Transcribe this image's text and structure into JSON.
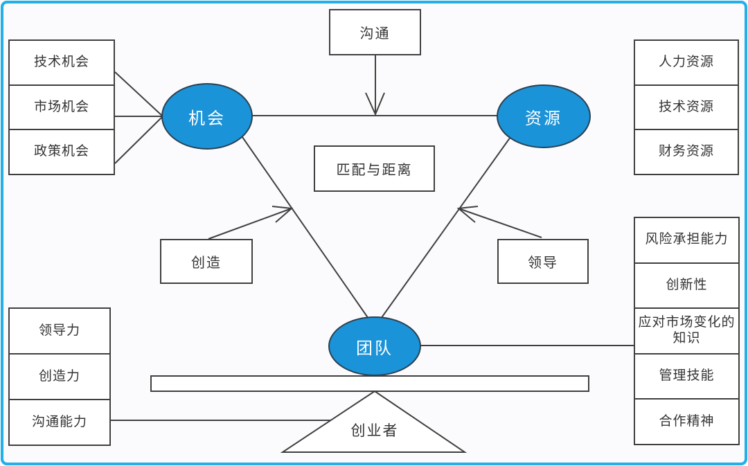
{
  "colors": {
    "node_fill": "#1b93d8",
    "node_stroke": "#2b4050",
    "node_text": "#ffffff",
    "line": "#3f3f3f",
    "frame_border": "#21b0e8",
    "text": "#333333",
    "background": "#fbfbfd"
  },
  "nodes": {
    "opportunity": "机会",
    "resources": "资源",
    "team": "团队"
  },
  "boxes": {
    "communication": "沟通",
    "match_distance": "匹配与距离",
    "creation": "创造",
    "leadership": "领导",
    "entrepreneur": "创业者"
  },
  "lists": {
    "opportunity_sources": {
      "items": [
        "技术机会",
        "市场机会",
        "政策机会"
      ]
    },
    "resource_types": {
      "items": [
        "人力资源",
        "技术资源",
        "财务资源"
      ]
    },
    "entrepreneur_abilities": {
      "items": [
        "领导力",
        "创造力",
        "沟通能力"
      ]
    },
    "team_qualities": {
      "items": [
        "风险承担能力",
        "创新性",
        "应对市场变化的知识",
        "管理技能",
        "合作精神"
      ]
    }
  }
}
